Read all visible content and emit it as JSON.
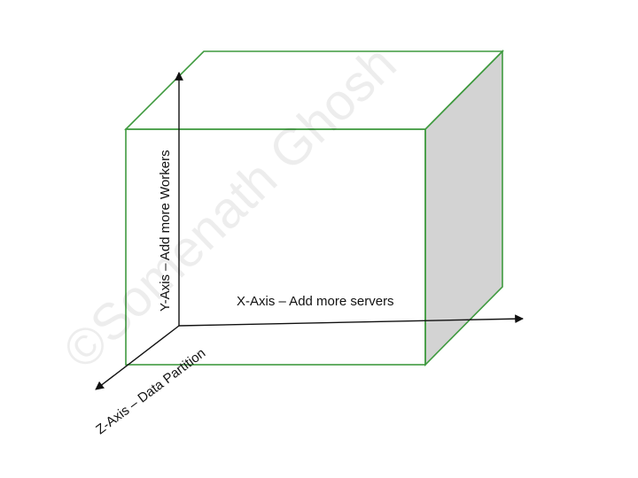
{
  "diagram": {
    "x_axis": {
      "label": "X-Axis – Add more servers"
    },
    "y_axis": {
      "label": "Y-Axis – Add more Workers"
    },
    "z_axis": {
      "label": "Z-Axis – Data Partition"
    },
    "watermark": "©Somenath Ghosh",
    "colors": {
      "cube_edge": "#3f9a3f",
      "side_face": "#d3d3d3",
      "axis": "#111111",
      "background": "#ffffff"
    }
  }
}
